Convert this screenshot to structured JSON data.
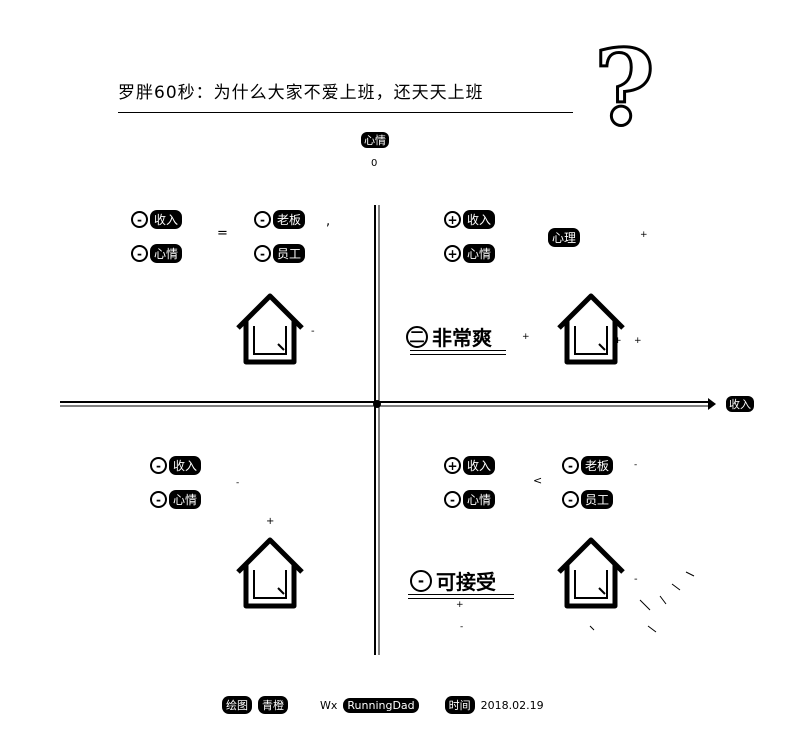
{
  "title": "罗胖60秒：为什么大家不爱上班，还天天上班",
  "decor": {
    "question_mark": "?"
  },
  "axes": {
    "y_label": "心情",
    "y_origin_tick": "0",
    "x_label": "收入"
  },
  "quadrants": {
    "top_left": {
      "items": [
        {
          "badge": "-",
          "label": "收入"
        },
        {
          "badge": "-",
          "label": "心情"
        },
        {
          "badge": "-",
          "label": "老板"
        },
        {
          "badge": "-",
          "label": "员工"
        }
      ],
      "symbols": [
        "=",
        ",",
        "-"
      ]
    },
    "top_right": {
      "items": [
        {
          "badge": "+",
          "label": "收入"
        },
        {
          "badge": "+",
          "label": "心情"
        },
        {
          "badge": "",
          "label": "心理"
        }
      ],
      "symbols": [
        "+",
        "+",
        "+",
        "+"
      ],
      "verdict": {
        "badge": "二",
        "text": "非常爽"
      }
    },
    "bottom_left": {
      "items": [
        {
          "badge": "-",
          "label": "收入"
        },
        {
          "badge": "-",
          "label": "心情"
        }
      ],
      "symbols": [
        "-",
        "+"
      ]
    },
    "bottom_right": {
      "items": [
        {
          "badge": "+",
          "label": "收入"
        },
        {
          "badge": "-",
          "label": "心情"
        },
        {
          "badge": "-",
          "label": "老板"
        },
        {
          "badge": "-",
          "label": "员工"
        }
      ],
      "symbols": [
        "<",
        "-",
        "+",
        "-",
        "-"
      ],
      "verdict": {
        "badge": "-",
        "text": "可接受"
      }
    }
  },
  "footer": {
    "label_1": "绘图",
    "author": "青橙",
    "wx_prefix": "Wx",
    "wx_id": "RunningDad",
    "label_2": "时间",
    "date": "2018.02.19"
  },
  "colors": {
    "ink": "#000000",
    "paper": "#ffffff"
  }
}
